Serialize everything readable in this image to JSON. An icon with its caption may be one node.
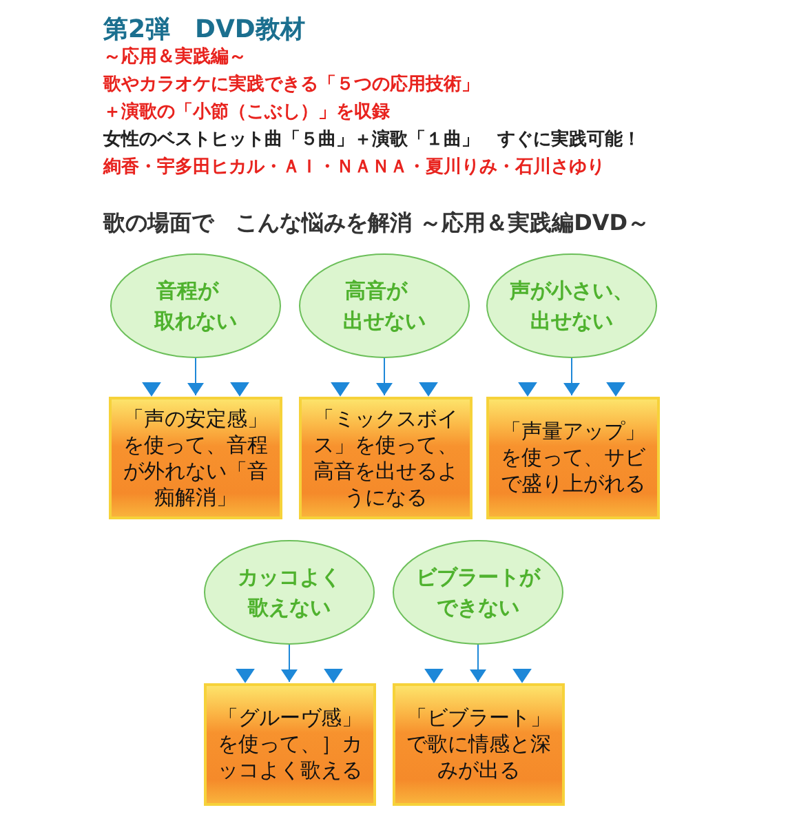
{
  "diagram": {
    "title": "第2弾　DVD教材",
    "nodes": [
      {
        "text": [
          "音程が取れない"
        ]
      },
      {
        "text": [
          "高音が出せない"
        ]
      },
      {
        "text": [
          "声が小さい、出せない"
        ]
      },
      {
        "text": [
          "「声の安定感」を使って、音程が外れない「音痴解消」"
        ]
      },
      {
        "text": [
          "「ミックスボイス」を使って、高音を出せるようになる"
        ]
      },
      {
        "text": [
          "「声量アップ」を使って、サビで盛り上がれる"
        ]
      },
      {
        "text": [
          "カッコよく歌えない"
        ]
      },
      {
        "text": [
          "ビブラートができない"
        ]
      },
      {
        "text": [
          "「グルーヴ感」を使って、］カッコよく歌える"
        ]
      },
      {
        "text": [
          "「ビブラート」で歌に情感と深みが出る"
        ]
      }
    ],
    "edges": [
      {
        "from": 0,
        "to": 3,
        "arrow": "to"
      },
      {
        "from": 1,
        "to": 4,
        "arrow": "to"
      },
      {
        "from": 2,
        "to": 5,
        "arrow": "to"
      },
      {
        "from": 6,
        "to": 8,
        "arrow": "to"
      },
      {
        "from": 7,
        "to": 9,
        "arrow": "to"
      }
    ],
    "labels": [
      "～応用＆実践編～",
      "歌やカラオケに実践できる「５つの応用技術」",
      "＋演歌の「小節（こぶし）」を収録",
      "女性のベストヒット曲「５曲」＋演歌「１曲」　すぐに実践可能！",
      "絢香・宇多田ヒカル・ＡＩ・ＮＡＮＡ・夏川りみ・石川さゆり",
      "歌の場面で　こんな悩みを解消 ～応用＆実践編DVD～"
    ]
  }
}
